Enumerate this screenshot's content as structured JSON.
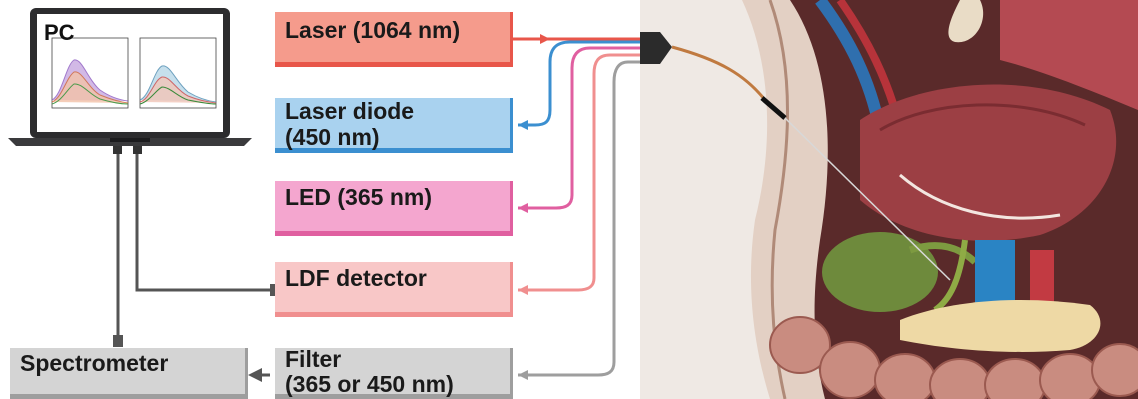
{
  "pc": {
    "label": "PC"
  },
  "boxes": {
    "laser1064": {
      "label": "Laser (1064 nm)",
      "fill": "#f59b8c",
      "border": "#e8564a"
    },
    "laserdiode": {
      "label_line1": "Laser diode",
      "label_line2": "(450 nm)",
      "fill": "#a9d2ef",
      "border": "#3b8fd0"
    },
    "led": {
      "label": "LED (365 nm)",
      "fill": "#f4a6cf",
      "border": "#e05fa0"
    },
    "ldf": {
      "label": "LDF detector",
      "fill": "#f8c7c7",
      "border": "#f08f8f"
    },
    "filter": {
      "label_line1": "Filter",
      "label_line2": "(365 or 450 nm)",
      "fill": "#d4d4d4",
      "border": "#9e9e9e"
    },
    "spectrometer": {
      "label": "Spectrometer",
      "fill": "#d4d4d4",
      "border": "#9e9e9e"
    }
  }
}
